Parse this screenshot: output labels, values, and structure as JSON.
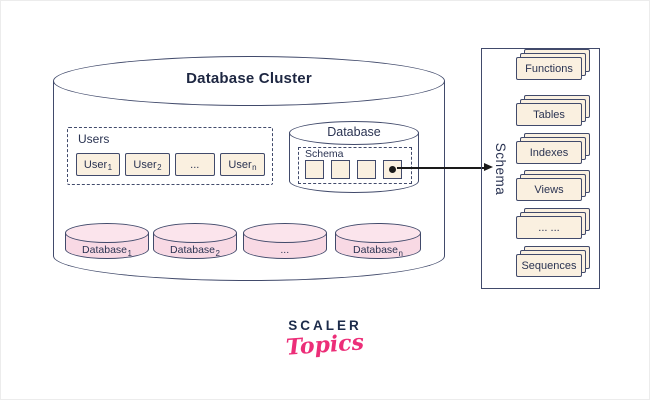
{
  "colors": {
    "background": "#FFFFFF",
    "stroke": "#414A6B",
    "text": "#2A3352",
    "title": "#1E2742",
    "cream": "#FAF0E0",
    "pink": "#F8D9E4",
    "pink_light": "#FBE4EC",
    "connector": "#1A1A1A",
    "logo_navy": "#1C2B4A",
    "logo_pink": "#EC2E78"
  },
  "cluster": {
    "title": "Database Cluster",
    "users_group": {
      "label": "Users",
      "items": [
        {
          "base": "User",
          "sub": "1"
        },
        {
          "base": "User",
          "sub": "2"
        },
        {
          "base": "...",
          "sub": ""
        },
        {
          "base": "User",
          "sub": "n"
        }
      ]
    },
    "database": {
      "label": "Database",
      "schema": {
        "label": "Schema",
        "square_count": 4
      }
    },
    "databases": [
      {
        "base": "Database",
        "sub": "1"
      },
      {
        "base": "Database",
        "sub": "2"
      },
      {
        "base": "...",
        "sub": ""
      },
      {
        "base": "Database",
        "sub": "n"
      }
    ]
  },
  "schema_panel": {
    "label": "Schema",
    "items": [
      {
        "label": "Tables"
      },
      {
        "label": "Indexes"
      },
      {
        "label": "Views"
      },
      {
        "label": "... ..."
      },
      {
        "label": "Sequences"
      },
      {
        "label": "Functions"
      }
    ]
  },
  "logo": {
    "brand": "SCALER",
    "product": "Topics"
  }
}
